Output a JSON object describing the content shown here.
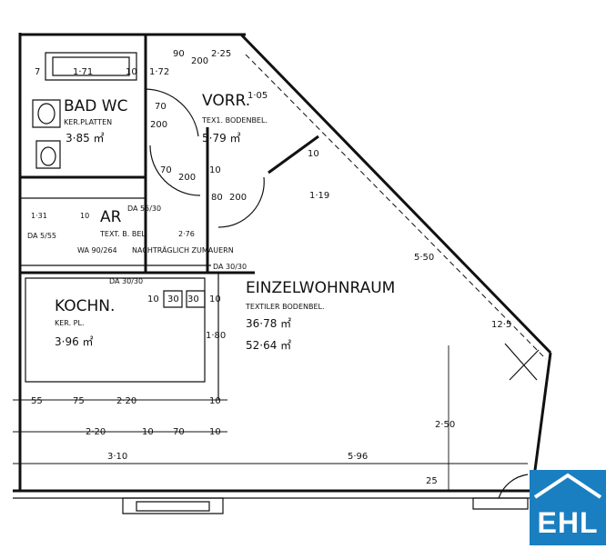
{
  "rooms": {
    "bad_wc": {
      "name": "BAD WC",
      "floor": "KER.PLATTEN",
      "area": "3·85 ㎡"
    },
    "vorraum": {
      "name": "VORR.",
      "floor": "TEX1. BODENBEL.",
      "area": "5·79 ㎡"
    },
    "abstellraum": {
      "name": "AR",
      "floor": "TEXT. B. BEL.",
      "area": "2·76"
    },
    "kochnische": {
      "name": "KOCHN.",
      "floor": "KER. PL.",
      "area": "3·96 ㎡"
    },
    "wohnraum": {
      "name": "EINZELWOHNRAUM",
      "floor": "TEXTILER BODENBEL.",
      "area": "36·78 ㎡",
      "area2": "52·64 ㎡"
    }
  },
  "notes": {
    "nachtraeglich": "NACHTRÄGLICH ZUMAUERN",
    "wa": "WA 90/264",
    "da1": "DA 55/30",
    "da2": "DA 30/30",
    "da3": "DA 30/30",
    "da4": "DA 5/55"
  },
  "dimensions": {
    "top": [
      "7",
      "1·71",
      "10",
      "1·72",
      "90",
      "200",
      "2·25"
    ],
    "bath": [
      "70",
      "200"
    ],
    "vorr": [
      "70",
      "200",
      "10",
      "80",
      "200",
      "1·05"
    ],
    "diag": [
      "10",
      "1·19",
      "5·50",
      "12·5"
    ],
    "ar": [
      "1·31",
      "10"
    ],
    "kitchen": [
      "10",
      "30",
      "30",
      "10",
      "1·80"
    ],
    "row1": [
      "55",
      "75",
      "2·20",
      "10"
    ],
    "row2": [
      "2·20",
      "10",
      "70",
      "10"
    ],
    "row3": [
      "3·10",
      "5·96"
    ],
    "right": [
      "2·50",
      "25"
    ]
  },
  "logo": {
    "text": "EHL",
    "color": "#1a7fc1"
  }
}
